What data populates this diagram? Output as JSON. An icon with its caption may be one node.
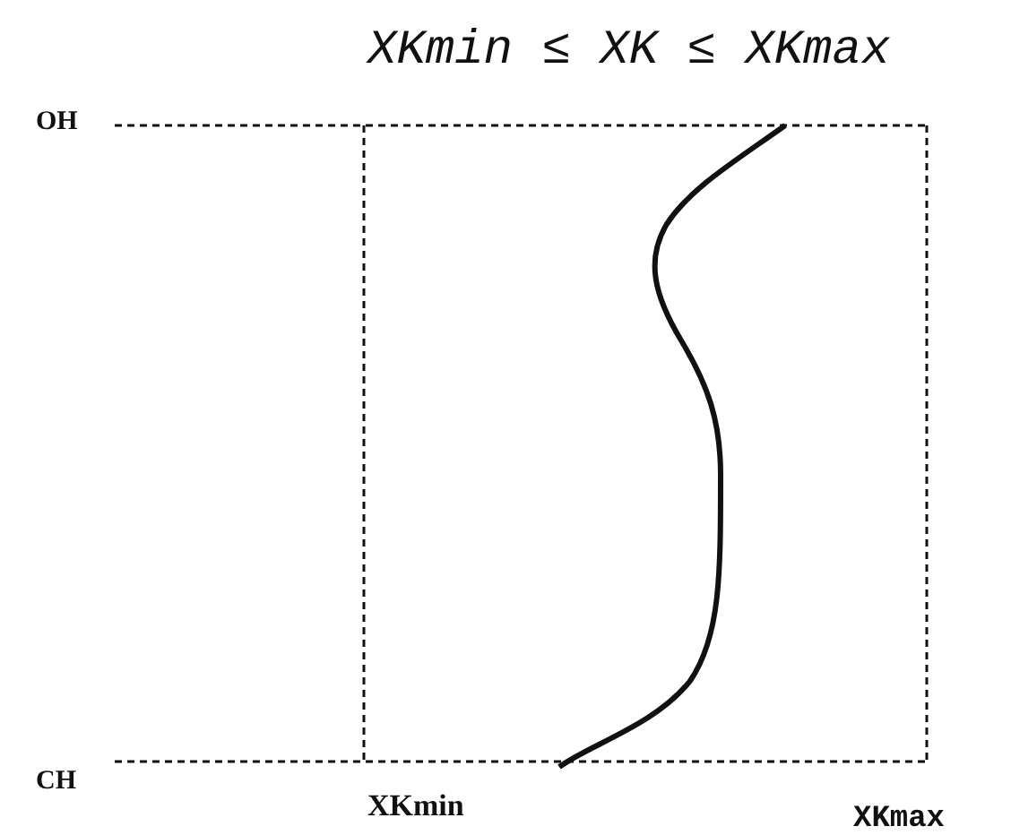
{
  "diagram": {
    "title": "XKmin ≤ XK ≤ XKmax",
    "labels": [
      "OH",
      "CH",
      "XKmin",
      "XKmax"
    ]
  }
}
